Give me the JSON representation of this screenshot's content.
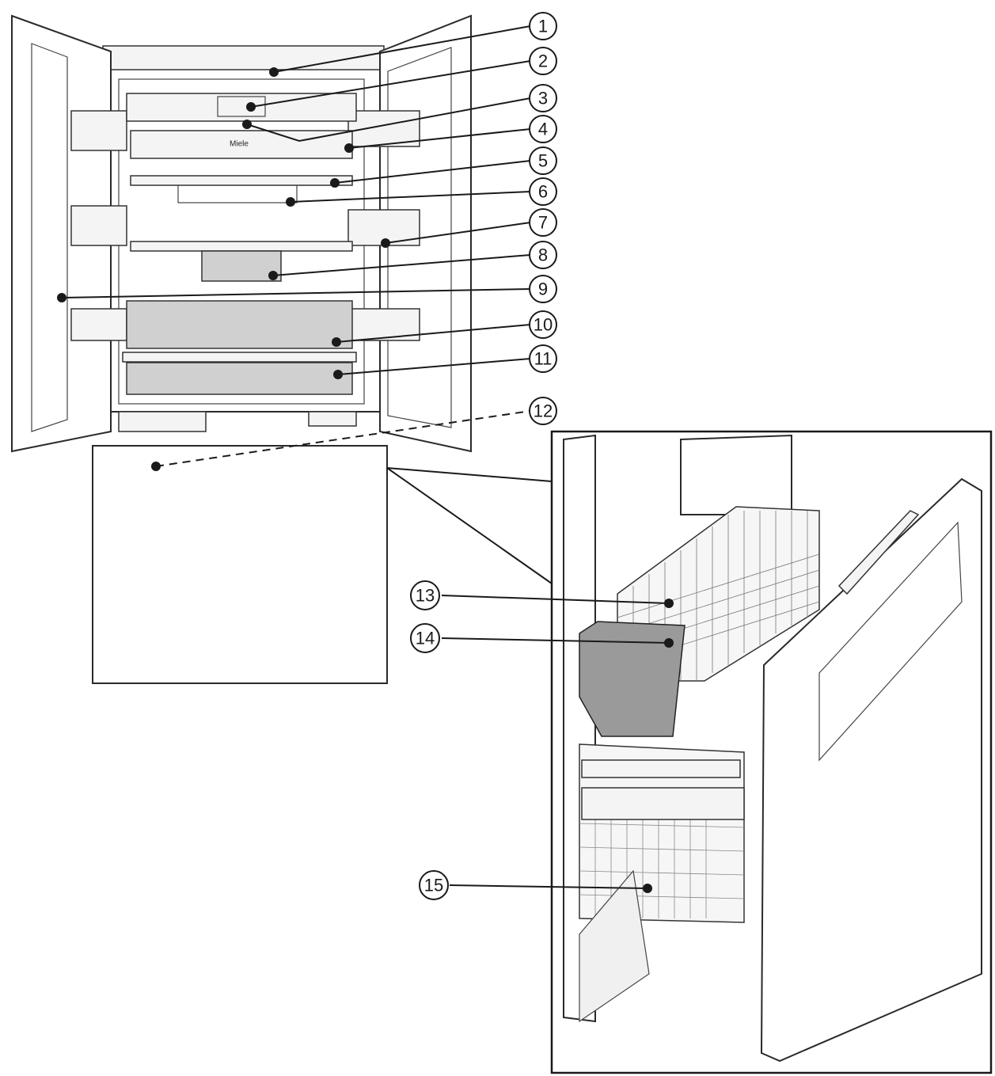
{
  "callouts": [
    {
      "label": "1"
    },
    {
      "label": "2"
    },
    {
      "label": "3"
    },
    {
      "label": "4"
    },
    {
      "label": "5"
    },
    {
      "label": "6"
    },
    {
      "label": "7"
    },
    {
      "label": "8"
    },
    {
      "label": "9"
    },
    {
      "label": "10"
    },
    {
      "label": "11"
    },
    {
      "label": "12"
    },
    {
      "label": "13"
    },
    {
      "label": "14"
    },
    {
      "label": "15"
    }
  ],
  "brand_text": "Miele"
}
